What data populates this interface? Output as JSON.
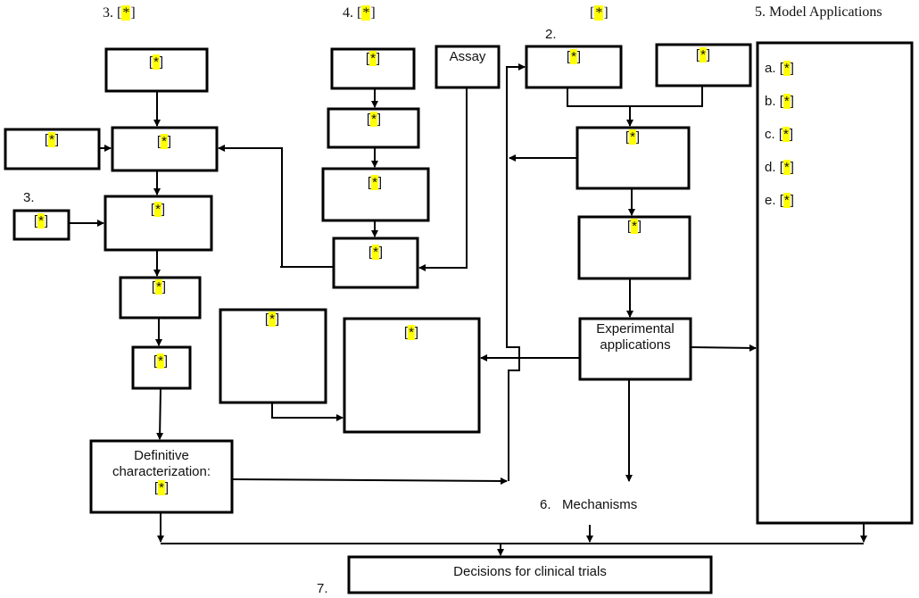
{
  "placeholder": {
    "open": "[",
    "mark": "*",
    "close": "]"
  },
  "highlight_color": "#ffff00",
  "section_headings": {
    "s3_top": {
      "number": "3.",
      "text": "[*]"
    },
    "s4_top": {
      "number": "4.",
      "text": "[*]"
    },
    "s2_top": {
      "text": "[*]"
    },
    "s2_number": "2.",
    "s3_left_number": "3.",
    "s5": {
      "number": "5.",
      "text": "Model Applications"
    },
    "s6": {
      "number": "6.",
      "text": "Mechanisms"
    },
    "s7_number": "7."
  },
  "boxes": {
    "col1_top": "[*]",
    "col1_left": "[*]",
    "col1_second": "[*]",
    "col1_third_input": "[*]",
    "col1_third": "[*]",
    "col1_fourth": "[*]",
    "col1_fifth": "[*]",
    "definitive": {
      "line1": "Definitive",
      "line2": "characterization:",
      "line3": "[*]"
    },
    "col2_first": "[*]",
    "col2_second": "[*]",
    "col2_third": "[*]",
    "col2_fourth": "[*]",
    "assay": "Assay",
    "mid_left": "[*]",
    "mid_right": "[*]",
    "col3_top_left": "[*]",
    "col3_top_right": "[*]",
    "col3_second": "[*]",
    "col3_third": "[*]",
    "experimental": {
      "line1": "Experimental",
      "line2": "applications"
    },
    "clinical": "Decisions for clinical trials"
  },
  "model_applications": [
    {
      "letter": "a.",
      "text": "[*]"
    },
    {
      "letter": "b.",
      "text": "[*]"
    },
    {
      "letter": "c.",
      "text": "[*]"
    },
    {
      "letter": "d.",
      "text": "[*]"
    },
    {
      "letter": "e.",
      "text": "[*]"
    }
  ]
}
